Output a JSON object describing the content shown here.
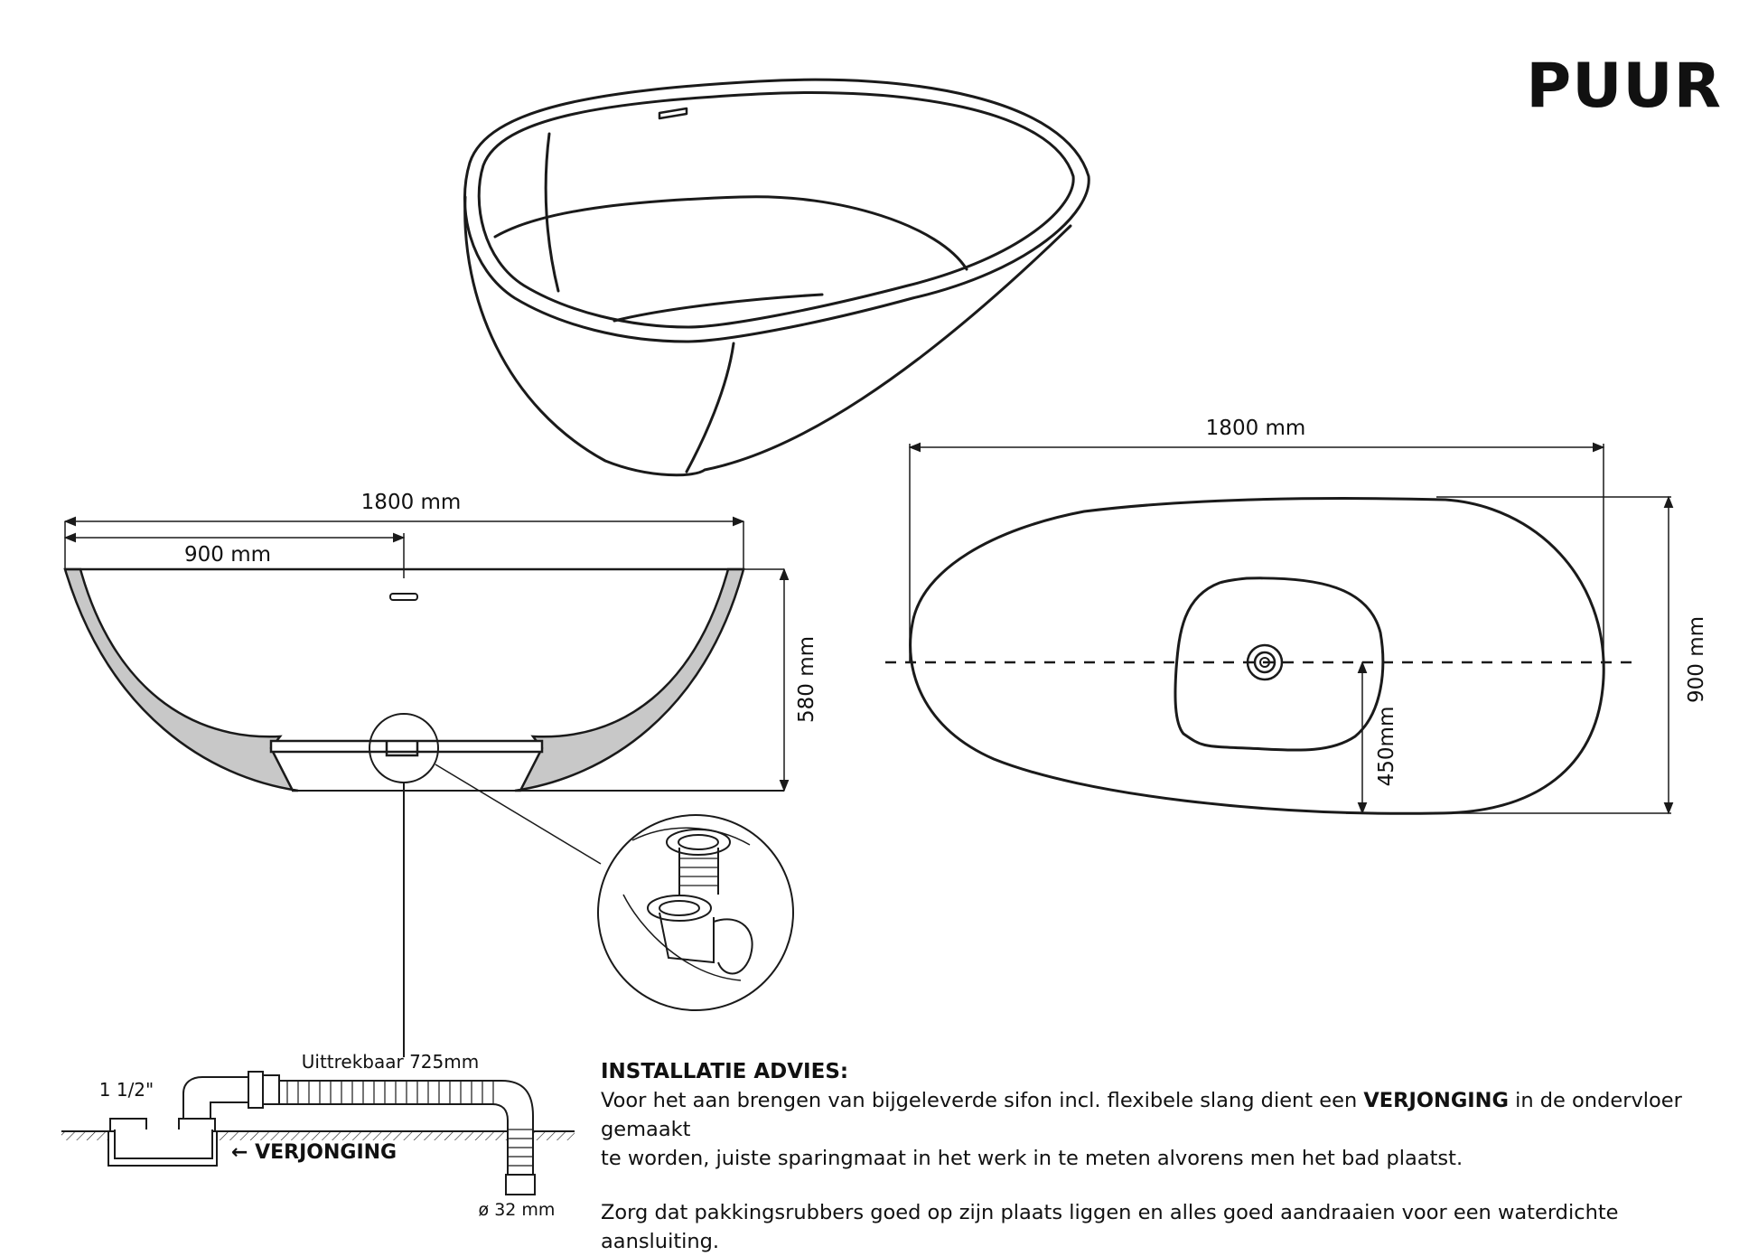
{
  "brand": "PUUR",
  "dimensions": {
    "side_length": "1800 mm",
    "side_half": "900 mm",
    "side_height": "580 mm",
    "top_length": "1800 mm",
    "top_width": "900 mm",
    "drain_offset": "450mm"
  },
  "siphon": {
    "extendable": "Uittrekbaar 725mm",
    "thread": "1 1/2\"",
    "reducer": "← VERJONGING",
    "diameter": "ø 32 mm"
  },
  "installation": {
    "title": "INSTALLATIE ADVIES:",
    "p1_before": "Voor het aan brengen van bijgeleverde sifon incl. flexibele slang dient een ",
    "p1_bold": "VERJONGING",
    "p1_after_line1": " in de ondervloer gemaakt",
    "p1_line2": "te worden, juiste sparingmaat in het werk in te meten alvorens men het bad plaatst.",
    "p2": "Zorg dat pakkingsrubbers goed op zijn plaats liggen en alles goed aandraaien voor een waterdichte aansluiting."
  },
  "colors": {
    "line": "#1a1a1a",
    "shell": "#c8c8c8",
    "floor": "#e0e0e0"
  }
}
